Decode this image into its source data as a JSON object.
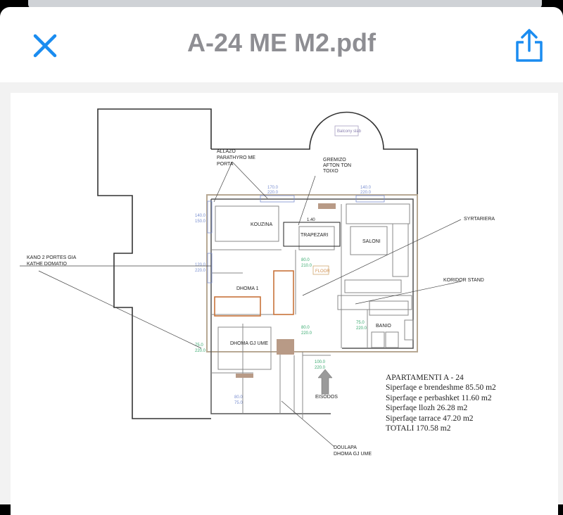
{
  "header": {
    "title": "A-24 ME M2.pdf",
    "close_icon": "close-x-icon",
    "share_icon": "share-icon",
    "accent_color": "#1a8cf0"
  },
  "plan": {
    "balcony_label": "Balcony slab",
    "rooms": {
      "kouzina": "KOUZINA",
      "trapezari": "TRAPEZARI",
      "saloni": "SALONI",
      "dhoma1": "DHOMA 1",
      "dhoma_gjume": "DHOMA GJ UME",
      "banio": "BANIO",
      "floor": "FLOOR",
      "eisodos": "EISODOS"
    },
    "annotations": {
      "allazo": [
        "ALLAZO",
        "PARATHYRO ME",
        "PORTA"
      ],
      "gremizo": [
        "GREMIZO",
        "AFTON TON",
        "TOIXO"
      ],
      "kano": [
        "KANO 2 PORTES GIA",
        "KATHE DOMATIO"
      ],
      "syrtariera": "SYRTARIERA",
      "koridor": "KORIDOR STAND",
      "doulapa": [
        "DOULAPA",
        "DHOMA GJ UME"
      ]
    },
    "dimensions": {
      "w1": [
        "140.0",
        "150.0"
      ],
      "w2": [
        "120.0",
        "220.0"
      ],
      "w3": [
        "75.0",
        "220.0"
      ],
      "w4": [
        "80.0",
        "75.0"
      ],
      "top1": [
        "170.0",
        "220.0"
      ],
      "top2": [
        "140.0",
        "220.0"
      ],
      "d1": [
        "80.0",
        "210.0"
      ],
      "d2": [
        "80.0",
        "220.0"
      ],
      "d3": [
        "75.0",
        "220.0"
      ],
      "entry": [
        "100.0",
        "220.0"
      ],
      "table": "1.40"
    }
  },
  "summary": {
    "title": "APARTAMENTI A - 24",
    "lines": [
      "Siperfaqe e brendeshme 85.50 m2",
      "Siperfaqe e perbashket 11.60 m2",
      "Siperfaqe llozh 26.28 m2",
      "Siperfaqe tarrace 47.20 m2",
      "TOTALI 170.58 m2"
    ]
  }
}
